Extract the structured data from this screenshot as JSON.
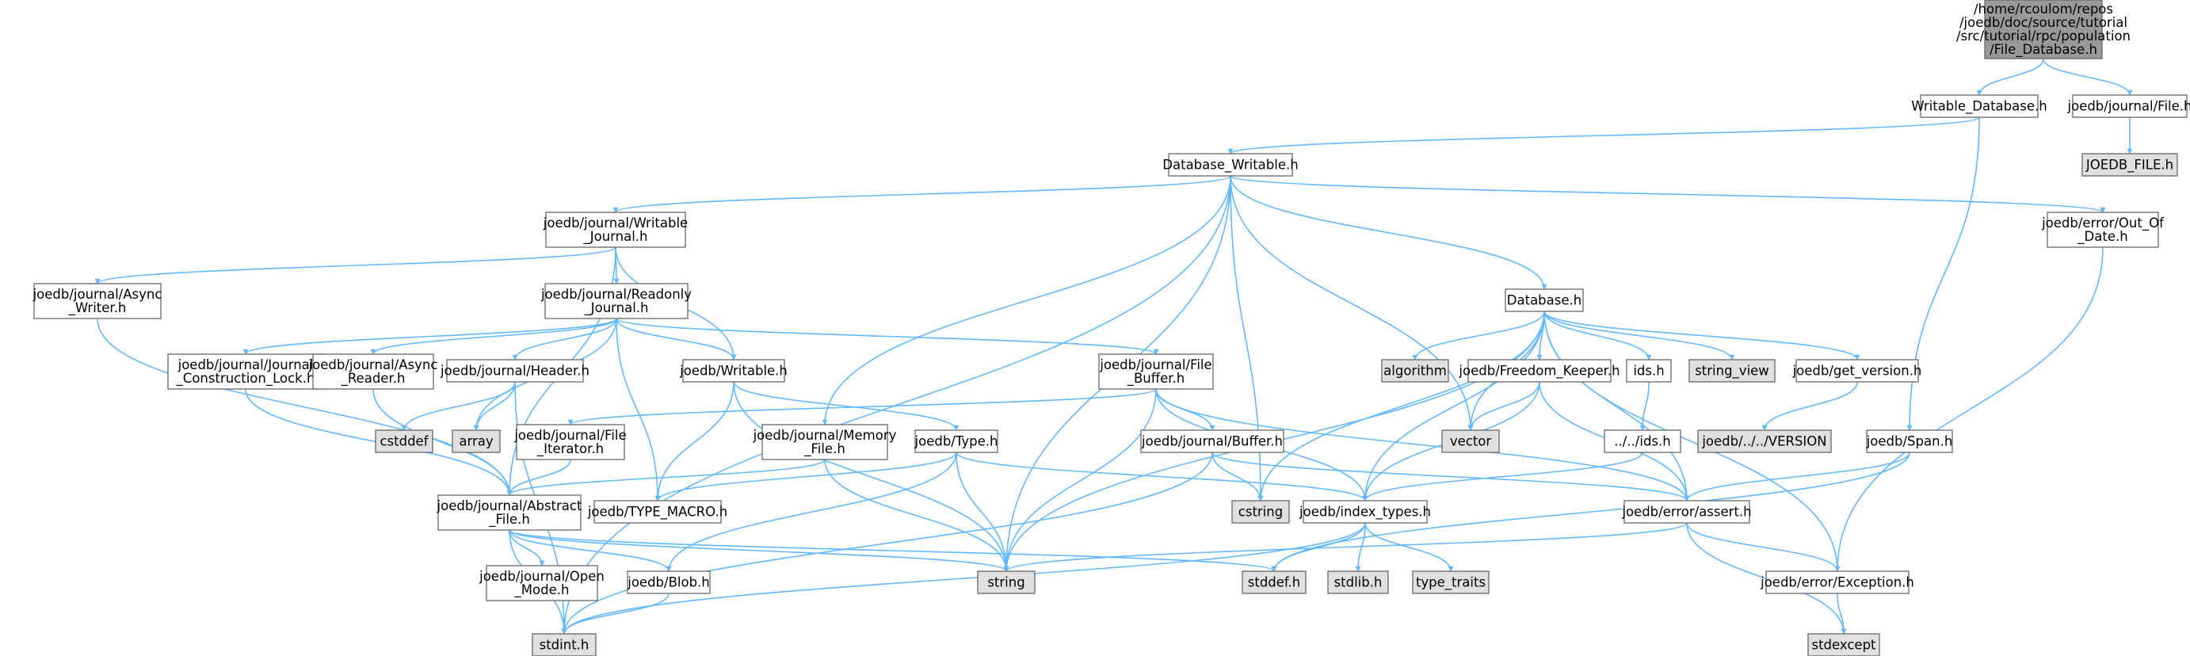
{
  "colors": {
    "root_fill": "#999999",
    "node_fill": "#ffffff",
    "external_fill": "#e0e0e0",
    "edge": "#63b8ff",
    "border": "#666666"
  },
  "nodes": [
    {
      "id": "root",
      "kind": "root",
      "lines": [
        "/home/rcoulom/repos",
        "/joedb/doc/source/tutorial",
        "/src/tutorial/rpc/population",
        "/File_Database.h"
      ]
    },
    {
      "id": "writable_database",
      "kind": "file",
      "lines": [
        "Writable_Database.h"
      ]
    },
    {
      "id": "journal_file",
      "kind": "file",
      "lines": [
        "joedb/journal/File.h"
      ]
    },
    {
      "id": "joedb_file",
      "kind": "external",
      "lines": [
        "JOEDB_FILE.h"
      ]
    },
    {
      "id": "database_writable",
      "kind": "file",
      "lines": [
        "Database_Writable.h"
      ]
    },
    {
      "id": "writable_journal",
      "kind": "file",
      "lines": [
        "joedb/journal/Writable",
        "_Journal.h"
      ]
    },
    {
      "id": "out_of_date",
      "kind": "file",
      "lines": [
        "joedb/error/Out_Of",
        "_Date.h"
      ]
    },
    {
      "id": "async_writer",
      "kind": "file",
      "lines": [
        "joedb/journal/Async",
        "_Writer.h"
      ]
    },
    {
      "id": "readonly_journal",
      "kind": "file",
      "lines": [
        "joedb/journal/Readonly",
        "_Journal.h"
      ]
    },
    {
      "id": "database",
      "kind": "file",
      "lines": [
        "Database.h"
      ]
    },
    {
      "id": "journal_construction_lock",
      "kind": "file",
      "lines": [
        "joedb/journal/Journal",
        "_Construction_Lock.h"
      ]
    },
    {
      "id": "async_reader",
      "kind": "file",
      "lines": [
        "joedb/journal/Async",
        "_Reader.h"
      ]
    },
    {
      "id": "header",
      "kind": "file",
      "lines": [
        "joedb/journal/Header.h"
      ]
    },
    {
      "id": "writable",
      "kind": "file",
      "lines": [
        "joedb/Writable.h"
      ]
    },
    {
      "id": "file_buffer",
      "kind": "file",
      "lines": [
        "joedb/journal/File",
        "_Buffer.h"
      ]
    },
    {
      "id": "algorithm",
      "kind": "external",
      "lines": [
        "algorithm"
      ]
    },
    {
      "id": "freedom_keeper",
      "kind": "file",
      "lines": [
        "joedb/Freedom_Keeper.h"
      ]
    },
    {
      "id": "ids",
      "kind": "file",
      "lines": [
        "ids.h"
      ]
    },
    {
      "id": "string_view",
      "kind": "external",
      "lines": [
        "string_view"
      ]
    },
    {
      "id": "get_version",
      "kind": "file",
      "lines": [
        "joedb/get_version.h"
      ]
    },
    {
      "id": "cstddef",
      "kind": "external",
      "lines": [
        "cstddef"
      ]
    },
    {
      "id": "array",
      "kind": "external",
      "lines": [
        "array"
      ]
    },
    {
      "id": "file_iterator",
      "kind": "file",
      "lines": [
        "joedb/journal/File",
        "_Iterator.h"
      ]
    },
    {
      "id": "memory_file",
      "kind": "file",
      "lines": [
        "joedb/journal/Memory",
        "_File.h"
      ]
    },
    {
      "id": "type",
      "kind": "file",
      "lines": [
        "joedb/Type.h"
      ]
    },
    {
      "id": "buffer",
      "kind": "file",
      "lines": [
        "joedb/journal/Buffer.h"
      ]
    },
    {
      "id": "vector",
      "kind": "external",
      "lines": [
        "vector"
      ]
    },
    {
      "id": "ids_up",
      "kind": "file",
      "lines": [
        "../../ids.h"
      ]
    },
    {
      "id": "version",
      "kind": "external",
      "lines": [
        "joedb/../../VERSION"
      ]
    },
    {
      "id": "span",
      "kind": "file",
      "lines": [
        "joedb/Span.h"
      ]
    },
    {
      "id": "abstract_file",
      "kind": "file",
      "lines": [
        "joedb/journal/Abstract",
        "_File.h"
      ]
    },
    {
      "id": "type_macro",
      "kind": "file",
      "lines": [
        "joedb/TYPE_MACRO.h"
      ]
    },
    {
      "id": "cstring",
      "kind": "external",
      "lines": [
        "cstring"
      ]
    },
    {
      "id": "index_types",
      "kind": "file",
      "lines": [
        "joedb/index_types.h"
      ]
    },
    {
      "id": "assert",
      "kind": "file",
      "lines": [
        "joedb/error/assert.h"
      ]
    },
    {
      "id": "open_mode",
      "kind": "file",
      "lines": [
        "joedb/journal/Open",
        "_Mode.h"
      ]
    },
    {
      "id": "blob",
      "kind": "file",
      "lines": [
        "joedb/Blob.h"
      ]
    },
    {
      "id": "string",
      "kind": "external",
      "lines": [
        "string"
      ]
    },
    {
      "id": "stddef",
      "kind": "external",
      "lines": [
        "stddef.h"
      ]
    },
    {
      "id": "stdlib",
      "kind": "external",
      "lines": [
        "stdlib.h"
      ]
    },
    {
      "id": "type_traits",
      "kind": "external",
      "lines": [
        "type_traits"
      ]
    },
    {
      "id": "exception",
      "kind": "file",
      "lines": [
        "joedb/error/Exception.h"
      ]
    },
    {
      "id": "stdint",
      "kind": "external",
      "lines": [
        "stdint.h"
      ]
    },
    {
      "id": "stdexcept",
      "kind": "external",
      "lines": [
        "stdexcept"
      ]
    }
  ],
  "edges": [
    [
      "root",
      "writable_database"
    ],
    [
      "root",
      "journal_file"
    ],
    [
      "journal_file",
      "joedb_file"
    ],
    [
      "writable_database",
      "database_writable"
    ],
    [
      "writable_database",
      "span"
    ],
    [
      "database_writable",
      "writable_journal"
    ],
    [
      "database_writable",
      "memory_file"
    ],
    [
      "database_writable",
      "database"
    ],
    [
      "database_writable",
      "out_of_date"
    ],
    [
      "database_writable",
      "string"
    ],
    [
      "database_writable",
      "cstring"
    ],
    [
      "database_writable",
      "vector"
    ],
    [
      "database_writable",
      "stdint"
    ],
    [
      "writable_journal",
      "async_writer"
    ],
    [
      "writable_journal",
      "readonly_journal"
    ],
    [
      "writable_journal",
      "writable"
    ],
    [
      "writable_journal",
      "abstract_file"
    ],
    [
      "async_writer",
      "abstract_file"
    ],
    [
      "readonly_journal",
      "journal_construction_lock"
    ],
    [
      "readonly_journal",
      "async_reader"
    ],
    [
      "readonly_journal",
      "header"
    ],
    [
      "readonly_journal",
      "writable"
    ],
    [
      "readonly_journal",
      "file_buffer"
    ],
    [
      "readonly_journal",
      "array"
    ],
    [
      "readonly_journal",
      "type_macro"
    ],
    [
      "journal_construction_lock",
      "abstract_file"
    ],
    [
      "async_reader",
      "abstract_file"
    ],
    [
      "header",
      "cstddef"
    ],
    [
      "header",
      "array"
    ],
    [
      "header",
      "stdint"
    ],
    [
      "writable",
      "type"
    ],
    [
      "writable",
      "type_macro"
    ],
    [
      "writable",
      "string"
    ],
    [
      "file_buffer",
      "file_iterator"
    ],
    [
      "file_buffer",
      "buffer"
    ],
    [
      "file_buffer",
      "index_types"
    ],
    [
      "file_buffer",
      "assert"
    ],
    [
      "file_buffer",
      "string"
    ],
    [
      "file_iterator",
      "abstract_file"
    ],
    [
      "memory_file",
      "abstract_file"
    ],
    [
      "memory_file",
      "string"
    ],
    [
      "type",
      "blob"
    ],
    [
      "type",
      "index_types"
    ],
    [
      "type",
      "type_macro"
    ],
    [
      "type",
      "string"
    ],
    [
      "buffer",
      "assert"
    ],
    [
      "buffer",
      "cstring"
    ],
    [
      "buffer",
      "stdint"
    ],
    [
      "database",
      "algorithm"
    ],
    [
      "database",
      "freedom_keeper"
    ],
    [
      "database",
      "ids"
    ],
    [
      "database",
      "string_view"
    ],
    [
      "database",
      "get_version"
    ],
    [
      "database",
      "vector"
    ],
    [
      "database",
      "string"
    ],
    [
      "database",
      "cstring"
    ],
    [
      "database",
      "index_types"
    ],
    [
      "database",
      "assert"
    ],
    [
      "database",
      "exception"
    ],
    [
      "freedom_keeper",
      "vector"
    ],
    [
      "freedom_keeper",
      "index_types"
    ],
    [
      "freedom_keeper",
      "assert"
    ],
    [
      "ids",
      "ids_up"
    ],
    [
      "ids_up",
      "index_types"
    ],
    [
      "get_version",
      "version"
    ],
    [
      "span",
      "assert"
    ],
    [
      "span",
      "stddef"
    ],
    [
      "out_of_date",
      "exception"
    ],
    [
      "abstract_file",
      "open_mode"
    ],
    [
      "abstract_file",
      "blob"
    ],
    [
      "abstract_file",
      "string"
    ],
    [
      "abstract_file",
      "stddef"
    ],
    [
      "abstract_file",
      "stdint"
    ],
    [
      "blob",
      "stdint"
    ],
    [
      "index_types",
      "stddef"
    ],
    [
      "index_types",
      "stdlib"
    ],
    [
      "index_types",
      "type_traits"
    ],
    [
      "index_types",
      "stdint"
    ],
    [
      "assert",
      "exception"
    ],
    [
      "assert",
      "stdexcept"
    ],
    [
      "assert",
      "string"
    ],
    [
      "exception",
      "stdexcept"
    ]
  ]
}
